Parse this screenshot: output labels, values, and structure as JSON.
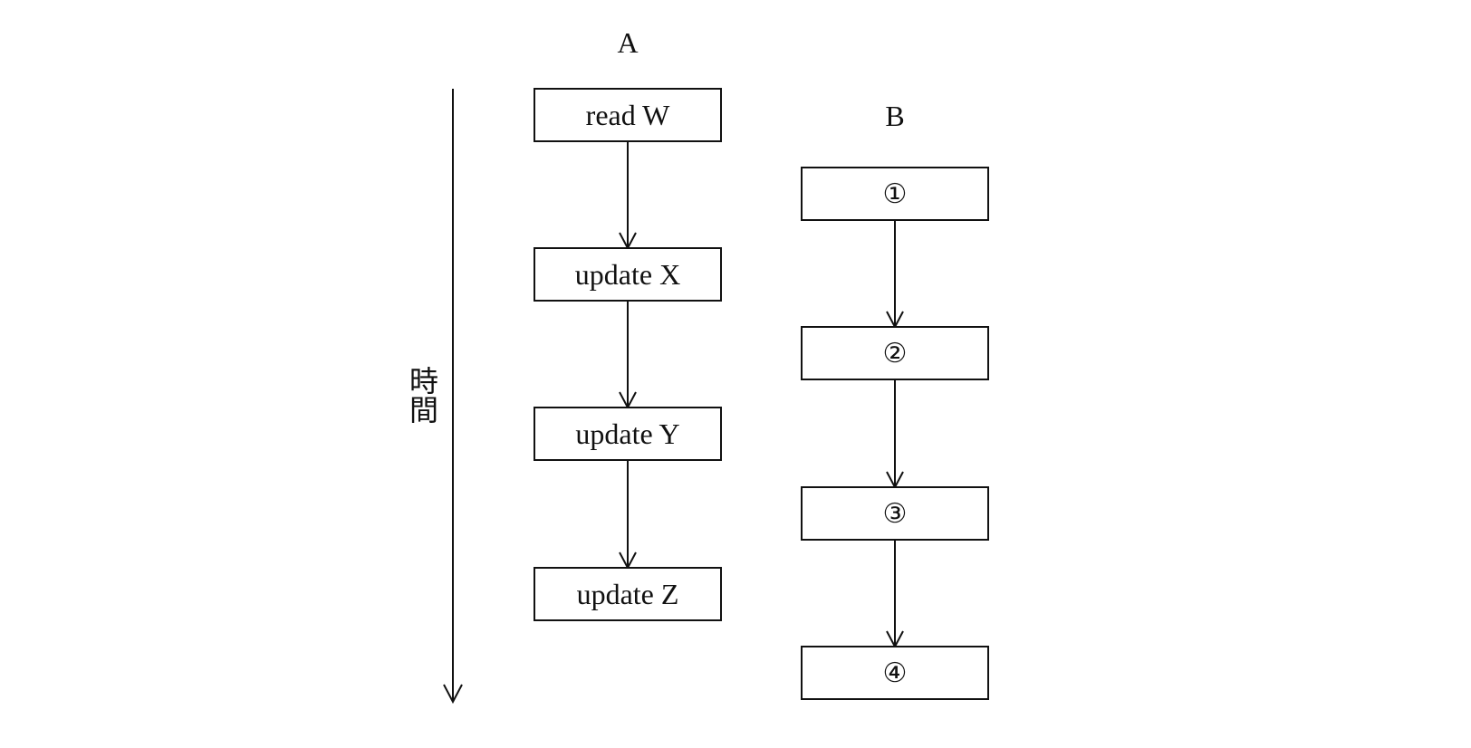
{
  "columns": {
    "a": {
      "header": "A",
      "steps": [
        "read W",
        "update X",
        "update Y",
        "update Z"
      ]
    },
    "b": {
      "header": "B",
      "steps": [
        "①",
        "②",
        "③",
        "④"
      ]
    }
  },
  "time_axis": {
    "label": "時間"
  },
  "colors": {
    "line": "#111111",
    "background": "#ffffff"
  }
}
